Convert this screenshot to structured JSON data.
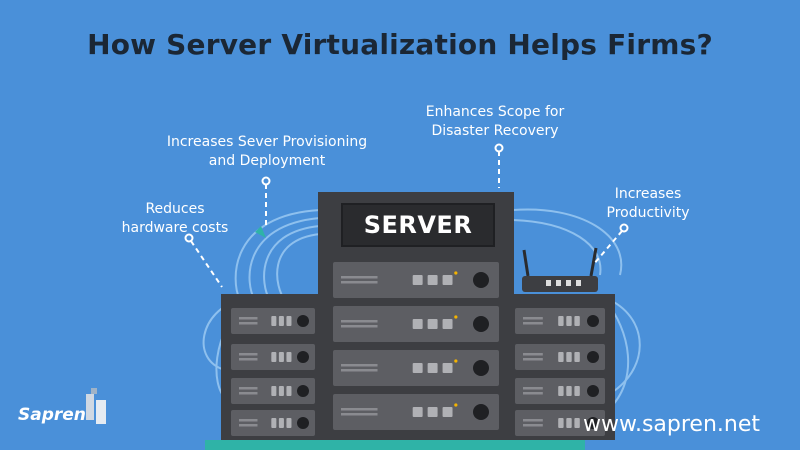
{
  "title": "How Server Virtualization Helps Firms?",
  "server_label": "SERVER",
  "benefits": [
    {
      "line1": "Reduces",
      "line2": "hardware costs"
    },
    {
      "line1": "Increases Sever Provisioning",
      "line2": "and Deployment"
    },
    {
      "line1": "Enhances Scope for",
      "line2": "Disaster Recovery"
    },
    {
      "line1": "Increases",
      "line2": "Productivity"
    }
  ],
  "brand": "Sapren",
  "website": "www.sapren.net",
  "colors": {
    "background": "#4a90d9",
    "title": "#1b2735",
    "server_body": "#3d3e42",
    "server_slot": "#5d5e63",
    "cable": "#8ec0ee",
    "floor": "#2fb3a7"
  }
}
